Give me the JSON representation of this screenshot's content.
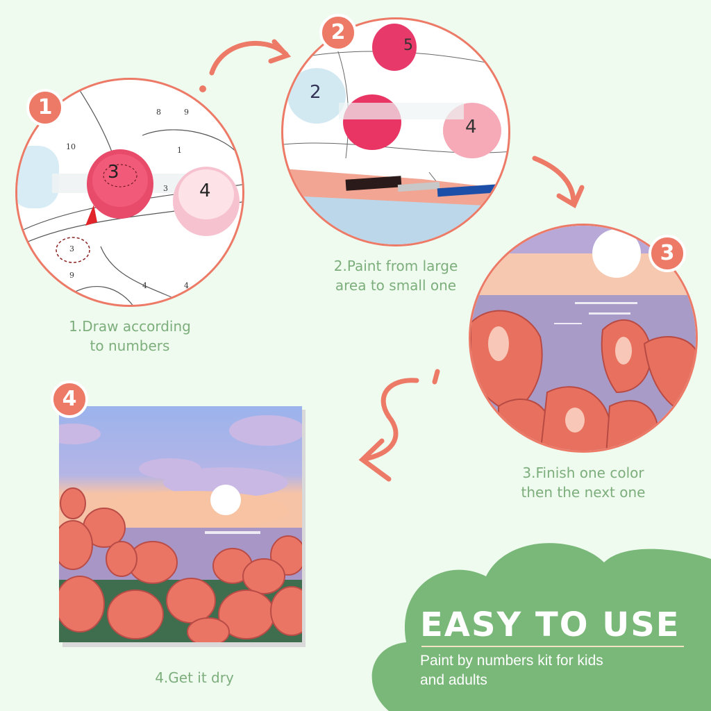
{
  "steps": [
    {
      "number": "1",
      "caption_line1": "1.Draw according",
      "caption_line2": "to numbers"
    },
    {
      "number": "2",
      "caption_line1": "2.Paint from large",
      "caption_line2": "area to small one"
    },
    {
      "number": "3",
      "caption_line1": "3.Finish one color",
      "caption_line2": "then the next one"
    },
    {
      "number": "4",
      "caption_line1": "4.Get it dry"
    }
  ],
  "paint_pots": {
    "pot2": "2",
    "pot3": "3",
    "pot4": "4",
    "pot5": "5"
  },
  "banner": {
    "title": "EASY TO USE",
    "subtitle_line1": "Paint by numbers kit for kids",
    "subtitle_line2": "and adults"
  },
  "colors": {
    "accent": "#ec7a66",
    "green": "#7ab87a",
    "caption": "#7cae7c",
    "background": "#f0fbf0"
  }
}
